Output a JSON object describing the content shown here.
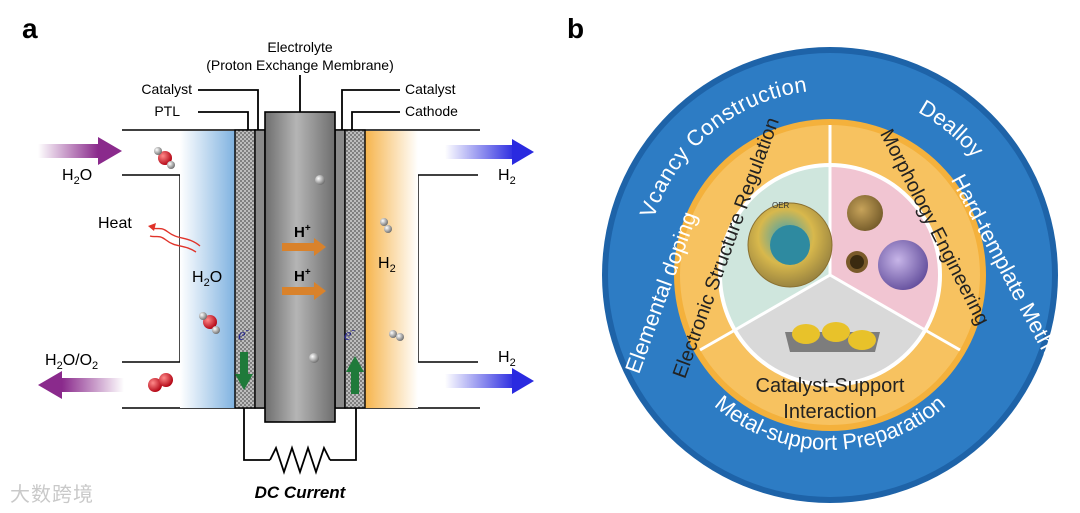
{
  "panel_a": {
    "letter": "a",
    "labels": {
      "electrolyte": "Electrolyte",
      "membrane": "(Proton Exchange Membrane)",
      "catalyst_left": "Catalyst",
      "ptl": "PTL",
      "catalyst_right": "Catalyst",
      "cathode": "Cathode",
      "h2o_in": "H",
      "h2o_in_sub": "2",
      "h2o_in_tail": "O",
      "heat": "Heat",
      "h2o_mid": "H",
      "h2o_mid_sub": "2",
      "h2o_mid_tail": "O",
      "h2o_o2_out": "H",
      "h2o_o2_sub1": "2",
      "h2o_o2_mid": "O/O",
      "h2o_o2_sub2": "2",
      "h_plus": "H",
      "plus_sup": "+",
      "h2_mid": "H",
      "h2_mid_sub": "2",
      "h2_top": "H",
      "h2_top_sub": "2",
      "h2_bottom": "H",
      "h2_bottom_sub": "2",
      "e_minus": "e",
      "minus_sup": "-",
      "dc_current": "DC Current"
    },
    "colors": {
      "anode_blue": "#7fb2e0",
      "cathode_orange": "#f6b44c",
      "membrane_grey": "#8c8c8c",
      "arrow_purple": "#8a2a8c",
      "arrow_blue": "#2a2ae0",
      "proton_arrow": "#d9822b",
      "electron_arrow": "#1f7a3a",
      "heat_red": "#e0332a"
    }
  },
  "panel_b": {
    "letter": "b",
    "outer_ring": {
      "vacancy": "Vcancy Construction",
      "dealloy": "Dealloy",
      "hard_template": "Hard-template Method",
      "metal_support": "Metal-support Preparation",
      "elemental_doping": "Elemental doping"
    },
    "middle_ring": {
      "electronic": "Electronic Structure Regulation",
      "morphology": "Morphology Engineering",
      "catalyst_support_1": "Catalyst-Support",
      "catalyst_support_2": "Interaction"
    },
    "center_label": "OER",
    "colors": {
      "outer_blue": "#2d7cc4",
      "middle_orange": "#f4b13c",
      "sector_green": "#cfe6dd",
      "sector_pink": "#f1c5d2",
      "sector_grey": "#d9d9d9"
    }
  },
  "watermark": "大数跨境"
}
